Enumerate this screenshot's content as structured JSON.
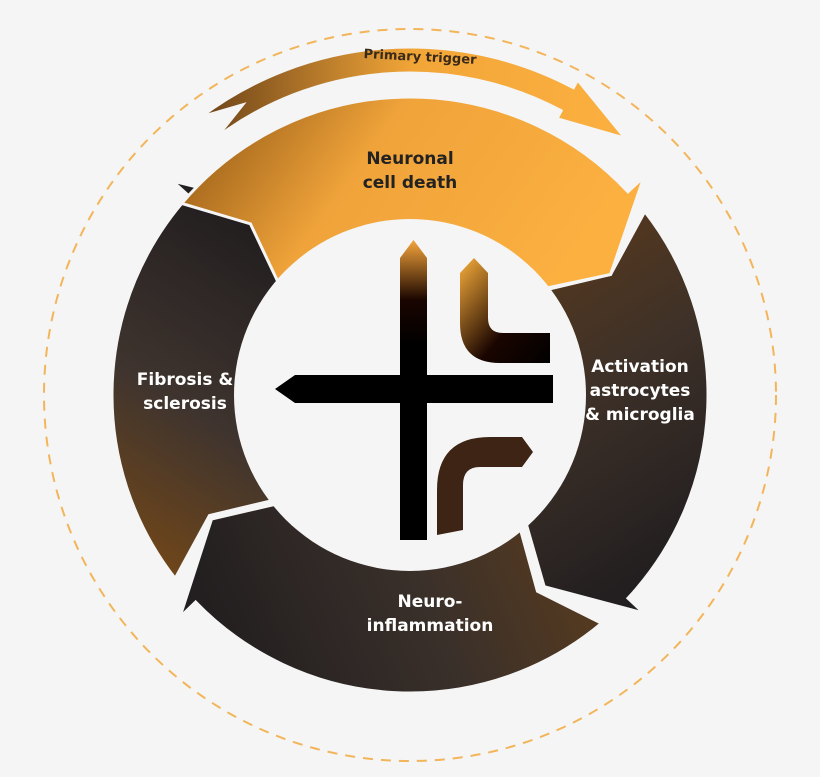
{
  "diagram": {
    "trigger_label": "Primary trigger",
    "stages": [
      {
        "label_line1": "Neuronal",
        "label_line2": "cell death",
        "color": "#f9ae3b"
      },
      {
        "label_line1": "Activation",
        "label_line2": "astrocytes",
        "label_line3": "& microglia",
        "color": "#4a3322"
      },
      {
        "label_line1": "Neuro-",
        "label_line2": "inflammation",
        "color": "#2a2322"
      },
      {
        "label_line1": "Fibrosis &",
        "label_line2": "sclerosis",
        "color": "#5a3a1c"
      }
    ],
    "colors": {
      "orange": "#f9ae3b",
      "dark": "#231f20",
      "brown": "#6b4218",
      "dashed": "#f3b55a",
      "background": "#f5f5f5"
    }
  }
}
